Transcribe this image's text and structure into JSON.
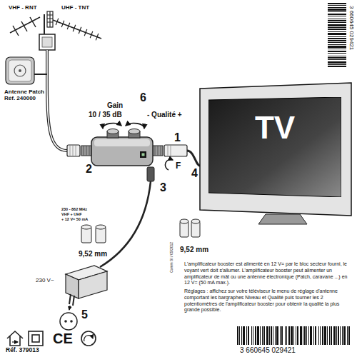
{
  "diagram": {
    "nodes": [
      {
        "text": [
          "Antenne Patch",
          "Réf. 240000"
        ]
      },
      {
        "text": [
          "TV"
        ]
      }
    ],
    "labels": [
      "VHF - RNT",
      "UHF - TNT",
      "230 - 862 MHz",
      "VHF + UHF",
      "+ 12 V= 50 mA",
      "2",
      "9,52 mm",
      "Gain",
      "10 / 35 dB",
      "6",
      "- Qualité +",
      "1",
      "F",
      "3",
      "4",
      "9,52 mm",
      "5",
      "230 V~",
      "L'amplificateur booster est alimenté en 12 V= par le bloc secteur fourni, le voyant vert doit s'allumer. L'amplificateur booster peut alimenter un amplificateur de mât ou une antenne électronique (Patch, caravane ...) en 12 V= (50 mA max.).",
      "Réglages : affichez sur votre téléviseur le menu de réglage d'antenne comportant les bargraphes Niveau et Qualité puis tourner les 2 potentiomètres de l'amplificateur booster pour obtenir la qualité la plus grande possible.",
      "Comm SI / 05/2012",
      "CE",
      "Réf. 379013",
      "3 660645 029421",
      "3 660645 029421"
    ]
  }
}
